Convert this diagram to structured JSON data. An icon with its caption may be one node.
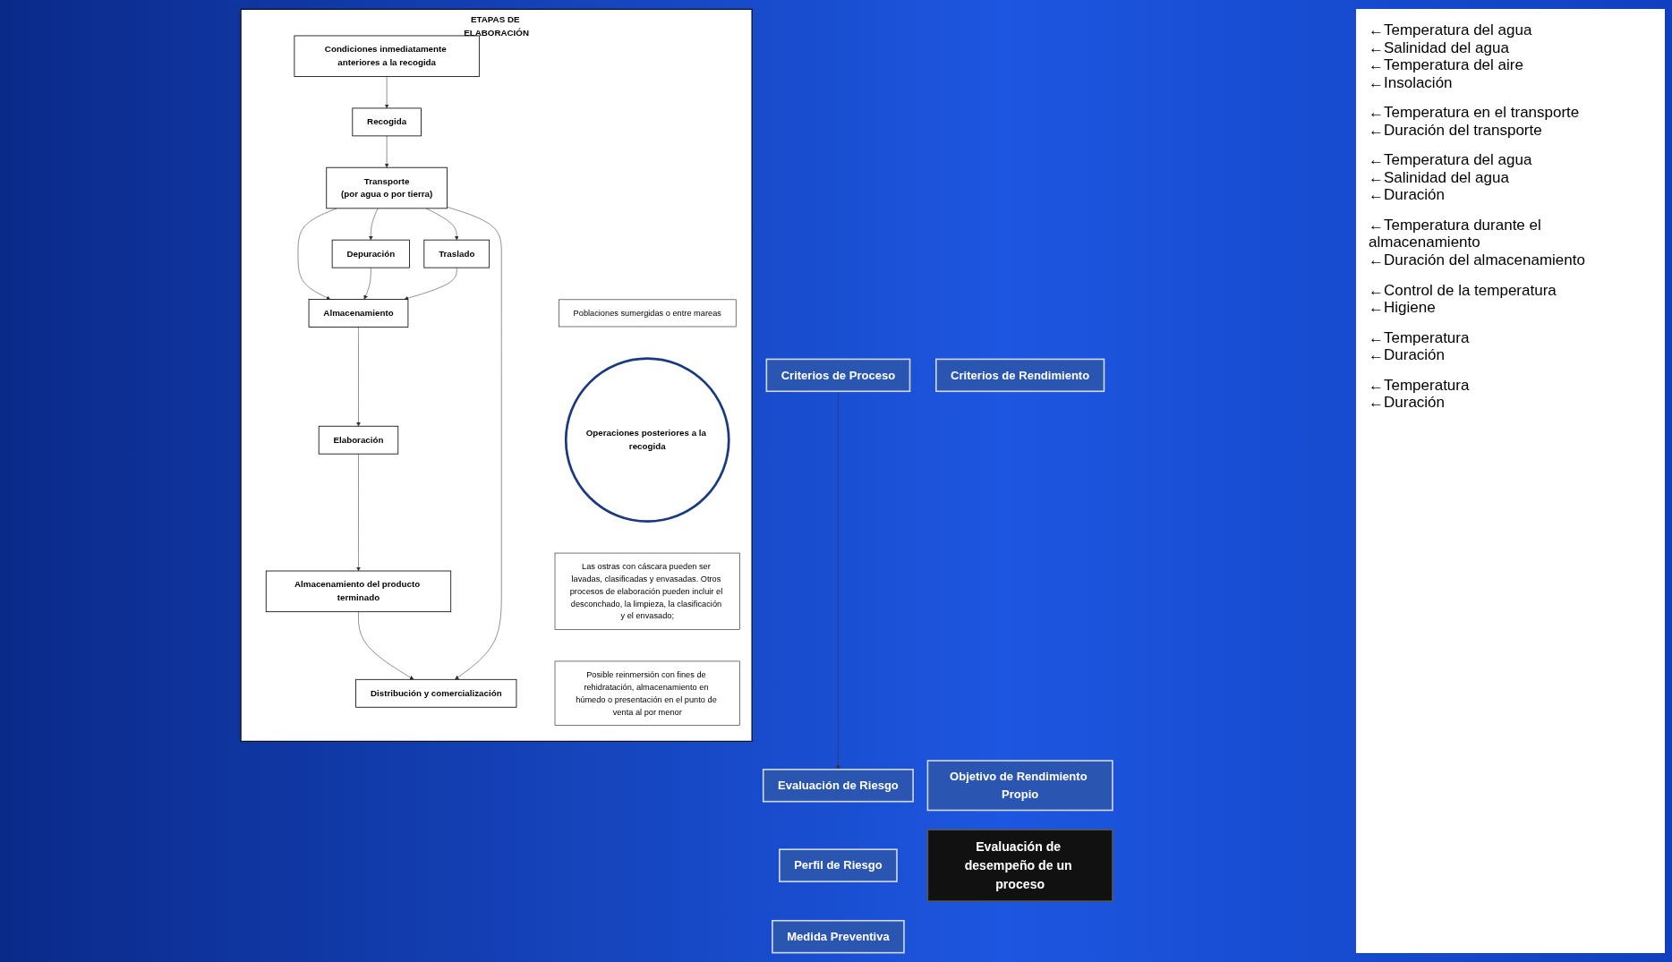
{
  "diagram": {
    "nodes": [
      {
        "text": [
          "Criterios de Proceso"
        ]
      },
      {
        "text": [
          "Evaluación de Riesgo"
        ]
      },
      {
        "text": [
          "Perfil de Riesgo"
        ]
      },
      {
        "text": [
          "Medida Preventiva"
        ]
      },
      {
        "text": [
          "Criterios de Rendimiento"
        ]
      },
      {
        "text": [
          "Objetivo de Rendimiento Propio"
        ]
      },
      {
        "text": [
          "Evaluación de desempeño de un proceso"
        ]
      },
      {
        "text": [
          "ETAPAS DE ELABORACIÓN"
        ]
      },
      {
        "text": [
          "Poblaciones sumergidas o entre mareas"
        ],
        "in": 7
      },
      {
        "text": [
          "Condiciones inmediatamente anteriores a la recogida"
        ],
        "in": 7,
        "beside": [
          "←Temperatura del agua",
          "←Salinidad del agua",
          "←Temperatura del aire",
          "←Insolación"
        ]
      },
      {
        "text": [
          "Recogida"
        ],
        "in": 7
      },
      {
        "text": [
          "Operaciones posteriores a la recogida"
        ],
        "in": 7
      },
      {
        "text": [
          "Transporte",
          "(por agua o por tierra)"
        ],
        "in": 7,
        "beside": [
          "←Temperatura en el transporte",
          "←Duración del transporte"
        ]
      },
      {
        "text": [
          "Depuración"
        ],
        "in": 7,
        "beside": [
          "←Temperatura del agua",
          "←Salinidad del agua",
          "←Duración"
        ]
      },
      {
        "text": [
          "Traslado"
        ],
        "in": 7
      },
      {
        "text": [
          "Almacenamiento"
        ],
        "in": 7,
        "beside": [
          "←Temperatura durante el almacenamiento",
          "←Duración del almacenamiento"
        ]
      },
      {
        "text": [
          "Las ostras con cáscara pueden ser lavadas, clasificadas y envasadas. Otros procesos de elaboración pueden incluir el desconchado, la limpieza, la clasificación y el envasado;"
        ],
        "in": 7
      },
      {
        "text": [
          "Elaboración"
        ],
        "in": 7,
        "beside": [
          "←Control de la temperatura",
          "←Higiene"
        ]
      },
      {
        "text": [
          "Almacenamiento del producto terminado"
        ],
        "in": 7,
        "beside": [
          "←Temperatura",
          "←Duración"
        ]
      },
      {
        "text": [
          "Posible reinmersión con fines de rehidratación, almacenamiento en húmedo o presentación en el punto de venta al por menor"
        ],
        "in": 7
      },
      {
        "text": [
          "Distribución y comercialización"
        ],
        "in": 7,
        "beside": [
          "←Temperatura",
          "←Duración"
        ]
      }
    ],
    "edges": [
      {
        "from": 0,
        "to": 1,
        "arrow": "to"
      },
      {
        "from": 9,
        "to": 10,
        "arrow": "to"
      },
      {
        "from": 10,
        "to": 12,
        "arrow": "to"
      },
      {
        "from": 12,
        "to": 13,
        "arrow": "to"
      },
      {
        "from": 12,
        "to": 15,
        "arrow": "to"
      },
      {
        "from": 12,
        "to": 14,
        "arrow": "to"
      },
      {
        "from": 13,
        "to": 15,
        "arrow": "to"
      },
      {
        "from": 14,
        "to": 15,
        "arrow": "to"
      },
      {
        "from": 15,
        "to": 17,
        "arrow": "to"
      },
      {
        "from": 17,
        "to": 18,
        "arrow": "to"
      },
      {
        "from": 18,
        "to": 20,
        "arrow": "to"
      },
      {
        "from": 12,
        "to": 20,
        "arrow": "to"
      }
    ]
  }
}
